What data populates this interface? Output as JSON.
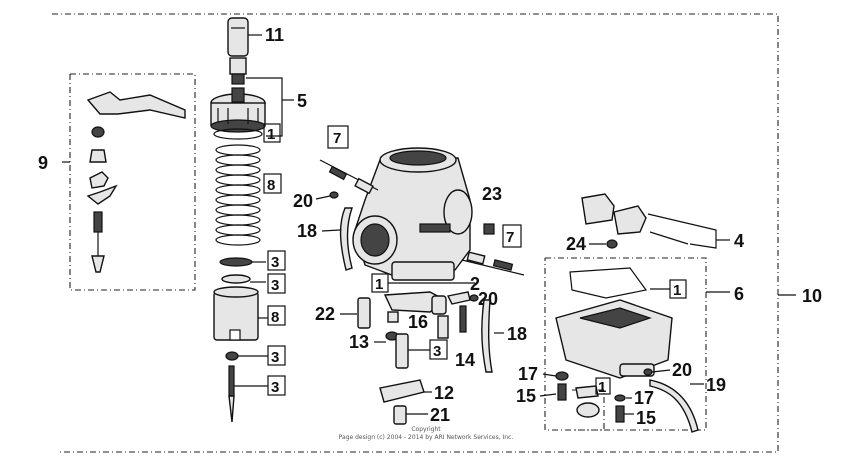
{
  "callouts": {
    "c11": "11",
    "c5": "5",
    "c1a": "1",
    "c9": "9",
    "c8a": "8",
    "c3a": "3",
    "c3b": "3",
    "c8b": "8",
    "c3c": "3",
    "c3d": "3",
    "c7a": "7",
    "c20a": "20",
    "c18a": "18",
    "c23": "23",
    "c7b": "7",
    "c4": "4",
    "c24": "24",
    "c1b": "1",
    "c2": "2",
    "c20b": "20",
    "c22": "22",
    "c16": "16",
    "c13": "13",
    "c3e": "3",
    "c14": "14",
    "c18b": "18",
    "c1c": "1",
    "c6": "6",
    "c10": "10",
    "c17a": "17",
    "c15a": "15",
    "c20c": "20",
    "c19": "19",
    "c1d": "1",
    "c17b": "17",
    "c15b": "15",
    "c12": "12",
    "c21": "21"
  },
  "copyright": {
    "line1": "Copyright",
    "line2": "Page design (c) 2004 - 2014 by ARI Network Services, Inc."
  }
}
